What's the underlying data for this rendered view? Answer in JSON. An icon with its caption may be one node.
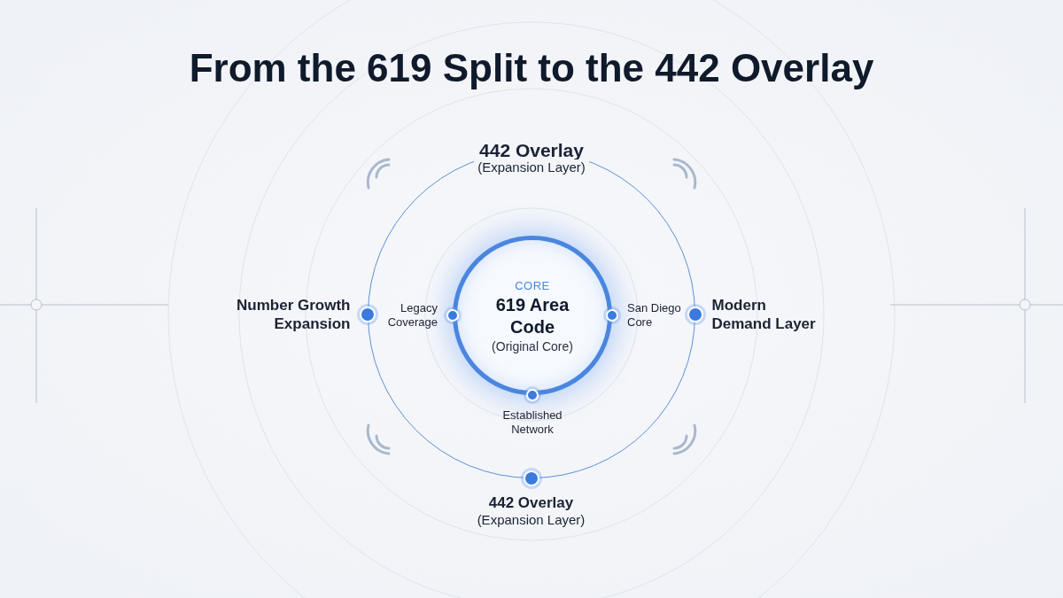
{
  "diagram": {
    "title": "From the 619 Split to the 442 Overlay",
    "nodes": [
      {
        "text": [],
        "shape": "circle"
      },
      {
        "text": [
          "CORE",
          "619 Area Code",
          "(Original Core)"
        ],
        "in": 0
      },
      {
        "text": [],
        "shape": "circle",
        "beside": [
          "Number Growth Expansion"
        ],
        "in": 0
      },
      {
        "text": [],
        "shape": "circle",
        "beside": [
          "Legacy Coverage"
        ],
        "in": 1
      },
      {
        "text": [],
        "shape": "circle",
        "beside": [
          "San Diego Core"
        ],
        "in": 1
      },
      {
        "text": [],
        "shape": "circle",
        "beside": [
          "Modern Demand Layer"
        ],
        "in": 0
      },
      {
        "text": [],
        "shape": "circle",
        "beside": [
          "Established Network"
        ],
        "in": 1
      },
      {
        "text": [],
        "shape": "circle",
        "beside": [
          "442 Overlay",
          "(Expansion Layer)"
        ],
        "in": 0
      }
    ],
    "edges": [],
    "labels": [
      "442 Overlay",
      "(Expansion Layer)"
    ]
  }
}
